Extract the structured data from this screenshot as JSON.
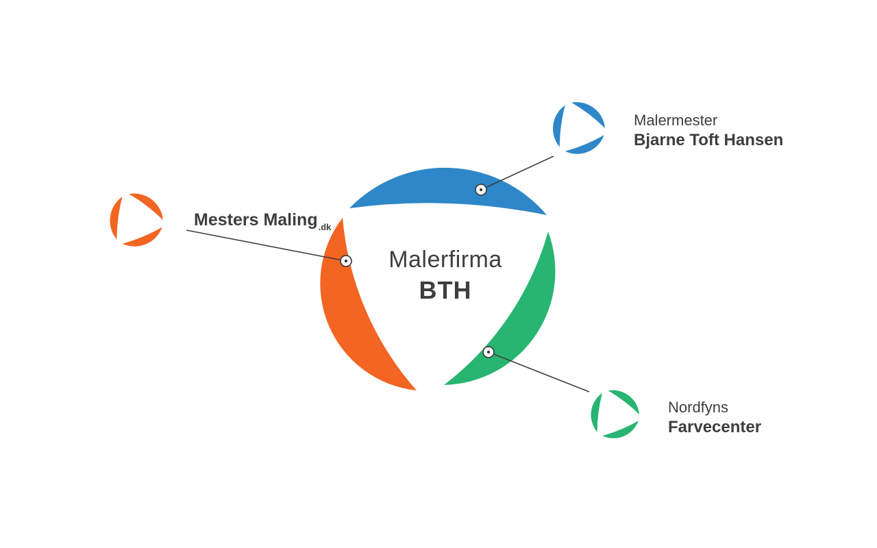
{
  "colors": {
    "orange": "#f26522",
    "blue": "#2e87c8",
    "green": "#27b571",
    "text": "#3e3d40",
    "connector": "#3e3d40"
  },
  "center_logo": {
    "line1": "Malerfirma",
    "line2": "BTH"
  },
  "nodes": [
    {
      "id": "mesters-maling",
      "bold": "Mesters Maling",
      "suffix": ".dk"
    },
    {
      "id": "malermester-bth",
      "regular": "Malermester",
      "bold": "Bjarne Toft Hansen"
    },
    {
      "id": "nordfyns-farvecenter",
      "regular": "Nordfyns",
      "bold": "Farvecenter"
    }
  ]
}
